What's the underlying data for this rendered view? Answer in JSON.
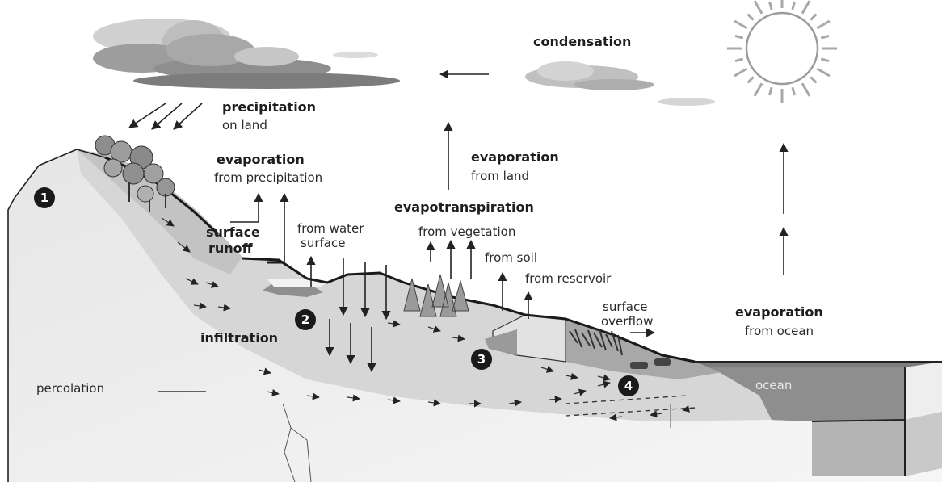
{
  "labels": {
    "condensation": "condensation",
    "precipitation": "precipitation",
    "on_land": "on land",
    "evaporation_1": "evaporation",
    "from_precipitation": "from precipitation",
    "evaporation_2": "evaporation",
    "from_land": "from land",
    "evapotranspiration": "evapotranspiration",
    "from_vegetation": "from vegetation",
    "from_soil": "from soil",
    "from_reservoir": "from reservoir",
    "surface": "surface",
    "runoff": "runoff",
    "from_water": "from water",
    "surface_2": "surface",
    "infiltration": "infiltration",
    "percolation": "percolation",
    "surface_overflow_1": "surface",
    "surface_overflow_2": "overflow",
    "evaporation_3": "evaporation",
    "from_ocean": "from ocean",
    "ocean": "ocean"
  },
  "markers": [
    "1",
    "2",
    "3",
    "4"
  ],
  "colors": {
    "ground": "#d9d9d9",
    "ground_dark": "#b5b5b5",
    "outline": "#1a1a1a",
    "ocean_top": "#8a8a8a",
    "ocean_front": "#c4c4c4",
    "sky_cloud": "#9a9a9a",
    "marker_fill": "#1a1a1a"
  }
}
